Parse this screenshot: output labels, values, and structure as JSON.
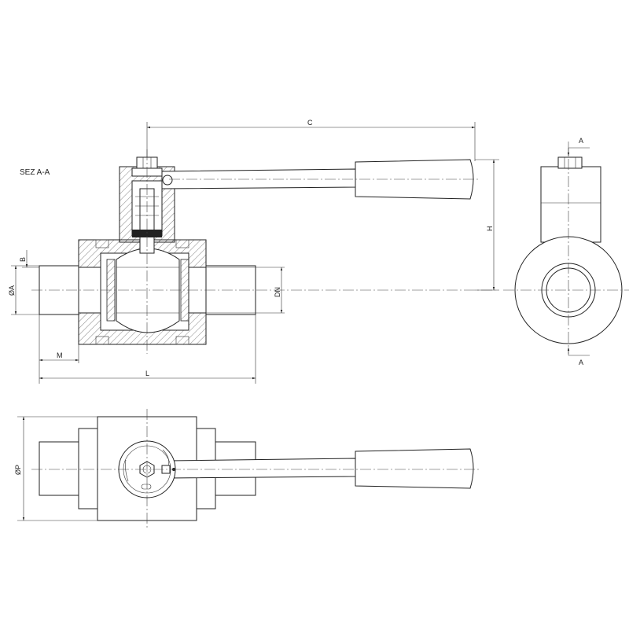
{
  "section_title": "SEZ  A-A",
  "section_arrow_label_top": "A",
  "section_arrow_label_bottom": "A",
  "dimensions": {
    "C": "C",
    "H": "H",
    "L": "L",
    "M": "M",
    "B": "B",
    "A": "ØA",
    "DN": "DN",
    "P": "ØP"
  },
  "colors": {
    "line": "#222222",
    "background": "#ffffff"
  }
}
